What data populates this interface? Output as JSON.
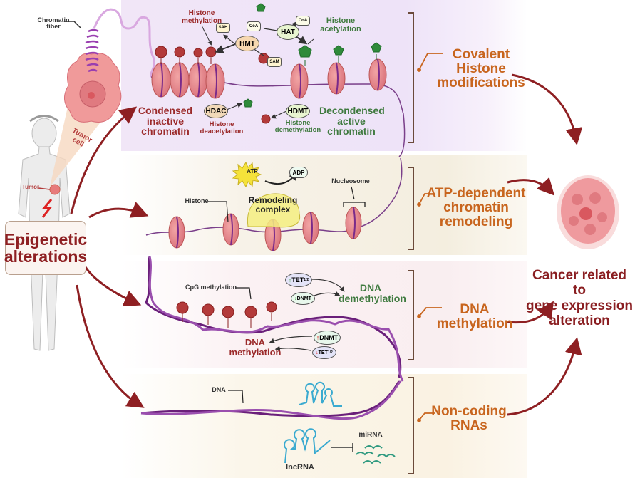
{
  "figure": {
    "topic": "Epigenetic alterations in cancer",
    "colors": {
      "category_label": "#c8651e",
      "arrow": "#8e1f22",
      "methyl_red": "#b33a3a",
      "acetyl_green": "#2f8a3a",
      "nucleosome": "#e88c8c",
      "dna_purple": "#6a1f7a",
      "rna_cyan": "#3aaad0",
      "mirna_teal": "#2f9a80",
      "atp_yellow": "#f5e23a"
    }
  },
  "left": {
    "chromatin_fiber_label": "Chromatin\nfiber",
    "tumor_cell_label": "Tumor\ncell",
    "tumor_label": "Tumor",
    "main_box": "Epigenetic\nalterations"
  },
  "histone_panel": {
    "histone_methylation": "Histone\nmethylation",
    "histone_acetylation": "Histone\nacetylation",
    "condensed": "Condensed\ninactive\nchromatin",
    "decondensed": "Decondensed\nactive\nchromatin",
    "histone_deacetylation": "Histone\ndeacetylation",
    "histone_demethylation": "Histone\ndemethylation",
    "enzymes": {
      "hmt": "HMT",
      "hat": "HAT",
      "hdac": "HDAC",
      "hdmt": "HDMT"
    },
    "cofactors": {
      "sah": "SAH",
      "sam": "SAM",
      "coa_in": "CoA",
      "coa_out": "CoA"
    },
    "marks": {
      "me": "Me",
      "ac": "Ac"
    }
  },
  "remodeling_panel": {
    "atp": "ATP",
    "adp": "ADP",
    "complex": "Remodeling\ncomplex",
    "histone": "Histone",
    "nucleosome": "Nucleosome"
  },
  "dna_meth_panel": {
    "cpg": "CpG methylation",
    "tet_up": "TET",
    "tet_sub": "1/2",
    "dnmt_down": "DNMT",
    "dnmt_up": "DNMT",
    "tet_down": "TET",
    "demethylation": "DNA\ndemethylation",
    "methylation": "DNA\nmethylation",
    "up_arrow": "↑",
    "down_arrow": "↓"
  },
  "ncrna_panel": {
    "dna": "DNA",
    "lncrna": "lncRNA",
    "mirna": "miRNA"
  },
  "categories": [
    {
      "label": "Covalent\nHistone\nmodifications"
    },
    {
      "label": "ATP-dependent\nchromatin\nremodeling"
    },
    {
      "label": "DNA\nmethylation"
    },
    {
      "label": "Non-coding\nRNAs"
    }
  ],
  "outcome": {
    "label": "Cancer related to\ngene expression\nalteration"
  }
}
